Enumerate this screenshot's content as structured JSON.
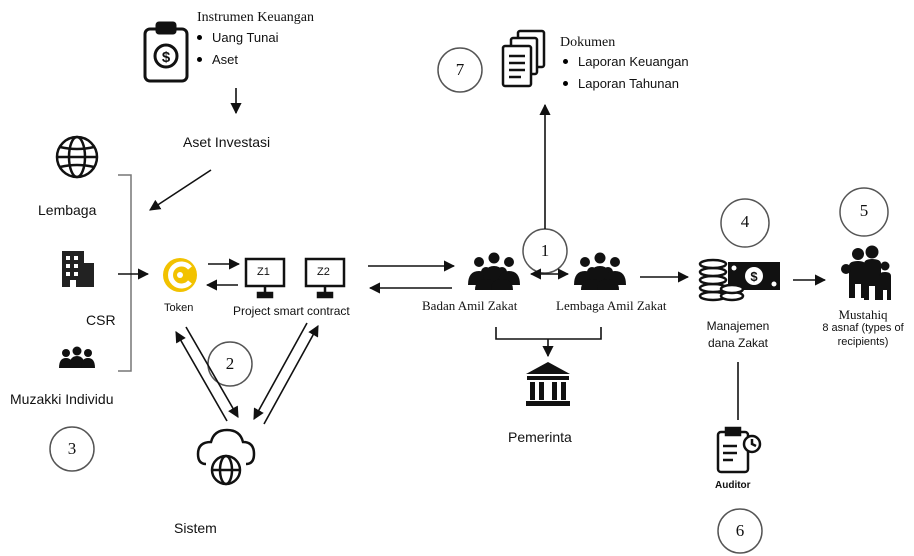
{
  "instrumen": {
    "title": "Instrumen Keuangan",
    "items": [
      "Uang Tunai",
      "Aset"
    ]
  },
  "aset_investasi": "Aset Investasi",
  "dokumen": {
    "title": "Dokumen",
    "items": [
      "Laporan Keuangan",
      "Laporan Tahunan"
    ]
  },
  "sources": {
    "lembaga": "Lembaga",
    "csr": "CSR",
    "muzakki": "Muzakki Individu"
  },
  "token": "Token",
  "contract": {
    "z1": "Z1",
    "z2": "Z2",
    "label": "Project smart contract"
  },
  "sistem": "Sistem",
  "badan": "Badan Amil Zakat",
  "lembaga_amil": "Lembaga Amil Zakat",
  "pemerinta": "Pemerinta",
  "manajemen": {
    "line1": "Manajemen",
    "line2": "dana Zakat"
  },
  "auditor": "Auditor",
  "mustahiq": {
    "title": "Mustahiq",
    "line2": "8 asnaf (types of",
    "line3": "recipients)"
  },
  "numbers": {
    "n1": "1",
    "n2": "2",
    "n3": "3",
    "n4": "4",
    "n5": "5",
    "n6": "6",
    "n7": "7"
  },
  "colors": {
    "token_yellow": "#f2c200",
    "ink": "#111111"
  },
  "icons": [
    "clipboard-dollar-icon",
    "documents-icon",
    "globe-icon",
    "building-icon",
    "group-icon",
    "token-icon",
    "monitor-icon",
    "cloud-globe-icon",
    "crowd-icon",
    "government-building-icon",
    "money-coins-icon",
    "family-icon",
    "audit-clipboard-icon"
  ]
}
